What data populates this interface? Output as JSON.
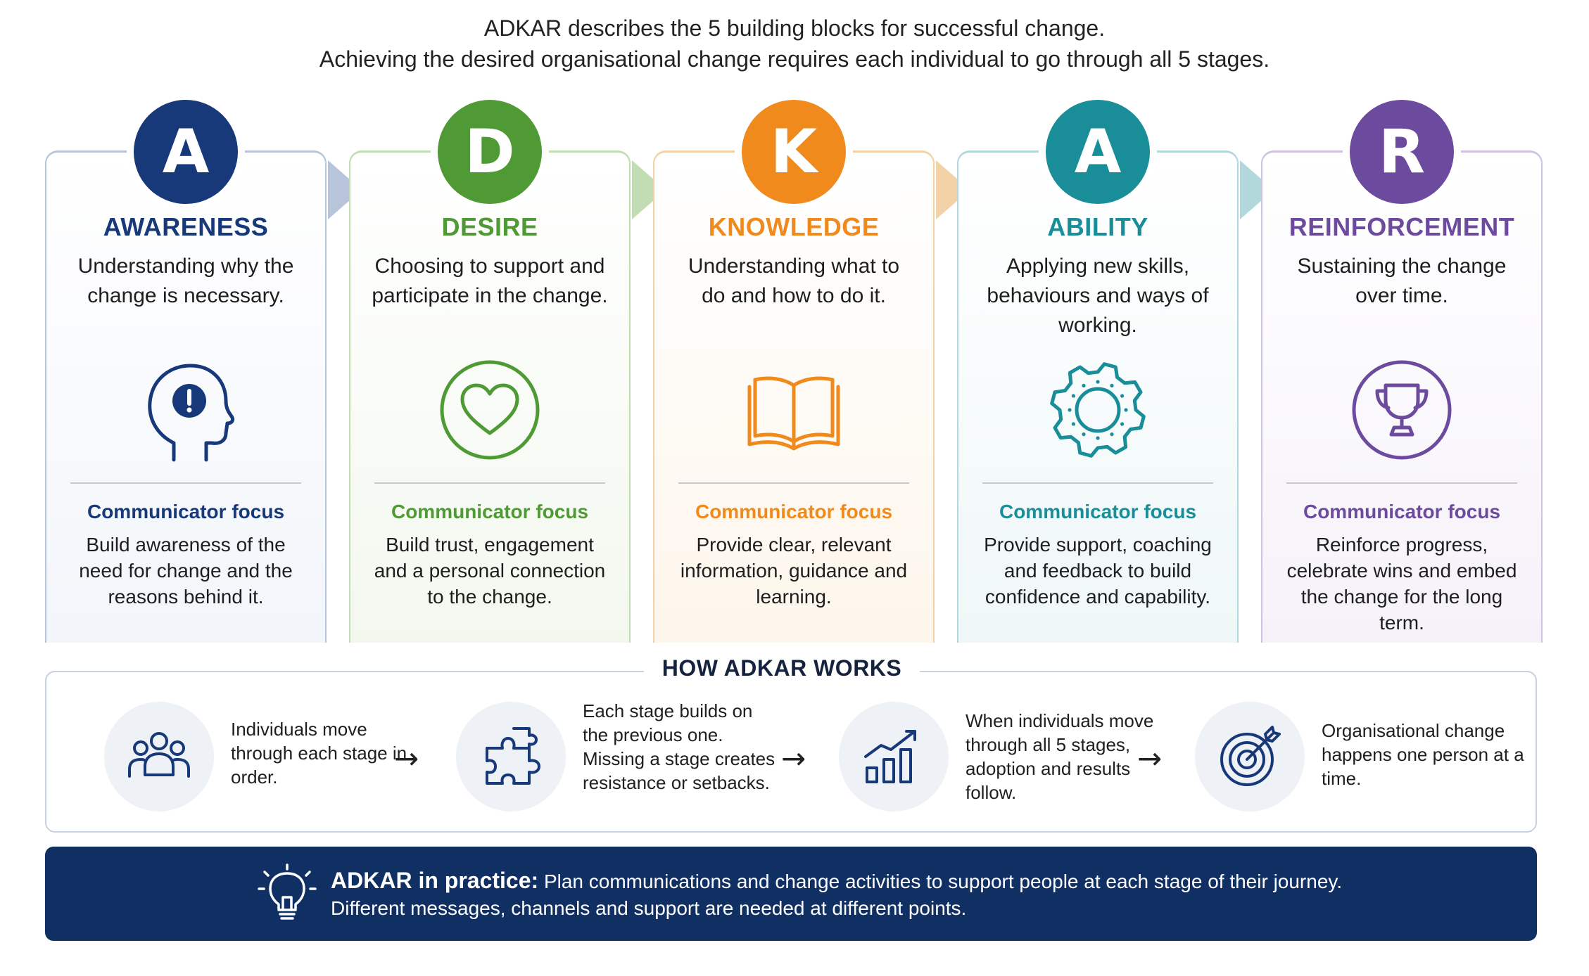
{
  "intro": {
    "line1": "ADKAR describes the 5 building blocks for successful change.",
    "line2": "Achieving the desired organisational change requires each individual to go through all 5 stages."
  },
  "stages": [
    {
      "letter": "A",
      "name": "AWARENESS",
      "color": "#17397a",
      "tint": "#f2f5fa",
      "border": "#b7c4da",
      "desc": "Understanding why the change is necessary.",
      "icon": "head-exclamation-icon",
      "focus_title": "Communicator focus",
      "focus_text": "Build awareness of the need for change and the reasons behind it."
    },
    {
      "letter": "D",
      "name": "DESIRE",
      "color": "#4f9a35",
      "tint": "#f3f8ef",
      "border": "#c2dcb4",
      "desc": "Choosing to support and participate in the change.",
      "icon": "heart-icon",
      "focus_title": "Communicator focus",
      "focus_text": "Build trust, engagement and a personal connection to the change."
    },
    {
      "letter": "K",
      "name": "KNOWLEDGE",
      "color": "#f08a1c",
      "tint": "#fdf6ec",
      "border": "#f3d2a8",
      "desc": "Understanding what to do and how to do it.",
      "icon": "open-book-icon",
      "focus_title": "Communicator focus",
      "focus_text": "Provide clear, relevant information, guidance and learning."
    },
    {
      "letter": "A",
      "name": "ABILITY",
      "color": "#1a8e98",
      "tint": "#eff7f8",
      "border": "#b3d8dc",
      "desc": "Applying new skills, behaviours and ways of working.",
      "icon": "gear-icon",
      "focus_title": "Communicator focus",
      "focus_text": "Provide support, coaching and feedback to build confidence and capability."
    },
    {
      "letter": "R",
      "name": "REINFORCEMENT",
      "color": "#6c4a9e",
      "tint": "#f5f2f9",
      "border": "#d0c2e3",
      "desc": "Sustaining the change over time.",
      "icon": "trophy-icon",
      "focus_title": "Communicator focus",
      "focus_text": "Reinforce progress, celebrate wins and embed the change for the long term."
    }
  ],
  "how": {
    "title": "HOW ADKAR WORKS",
    "steps": [
      {
        "icon": "people-icon",
        "text": "Individuals move through each stage in order."
      },
      {
        "icon": "puzzle-icon",
        "text": "Each stage builds on the previous one. Missing a stage creates resistance or setbacks."
      },
      {
        "icon": "growth-chart-icon",
        "text": "When individuals move through all 5 stages, adoption and results follow."
      },
      {
        "icon": "target-icon",
        "text": "Organisational change happens one person at a time."
      }
    ],
    "arrow_glyph": "→"
  },
  "practice": {
    "label": "ADKAR in practice:",
    "line1": "Plan communications and change activities to support people at each stage of their journey.",
    "line2": "Different messages, channels and support are needed at different points."
  }
}
